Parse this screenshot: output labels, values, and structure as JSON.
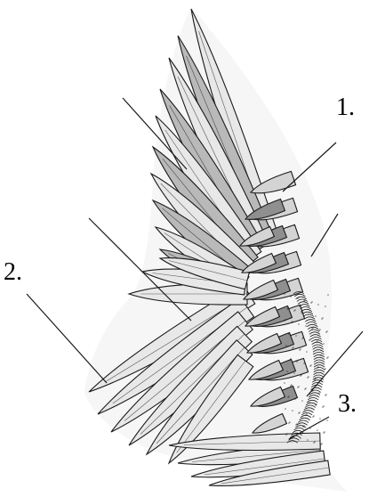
{
  "labels": {
    "one": "1.",
    "two": "2.",
    "three": "3."
  },
  "icons": {
    "wing": "bird-wing-illustration"
  },
  "colors": {
    "ink": "#1a1a1a",
    "primary_fill": "#e8e8e8",
    "primary_shade": "#b9b9b9",
    "covert_fill": "#d4d4d4",
    "covert_shade": "#8f8f8f",
    "background": "#ffffff"
  }
}
